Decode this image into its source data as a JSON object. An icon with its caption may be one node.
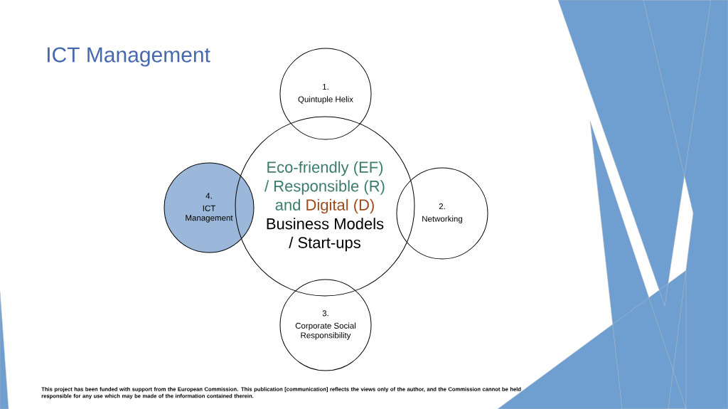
{
  "diagram": {
    "title": "ICT Management",
    "nodes": [
      {
        "text": [
          "1.",
          "Quintuple Helix"
        ]
      },
      {
        "text": [
          "Eco-friendly (EF) / Responsible (R) and",
          "Digital (D)",
          "Business Models / Start-ups"
        ]
      },
      {
        "text": [
          "4.",
          "ICT Management"
        ]
      },
      {
        "text": [
          "2.",
          "Networking"
        ]
      },
      {
        "text": [
          "3.",
          "Corporate Social Responsibility"
        ]
      }
    ],
    "labels": [
      "This project has been funded with support from the European Commission. This publication [communication] reflects the views only of the author, and the Commission cannot be held responsible for any use which may be made of the information contained therein."
    ]
  }
}
